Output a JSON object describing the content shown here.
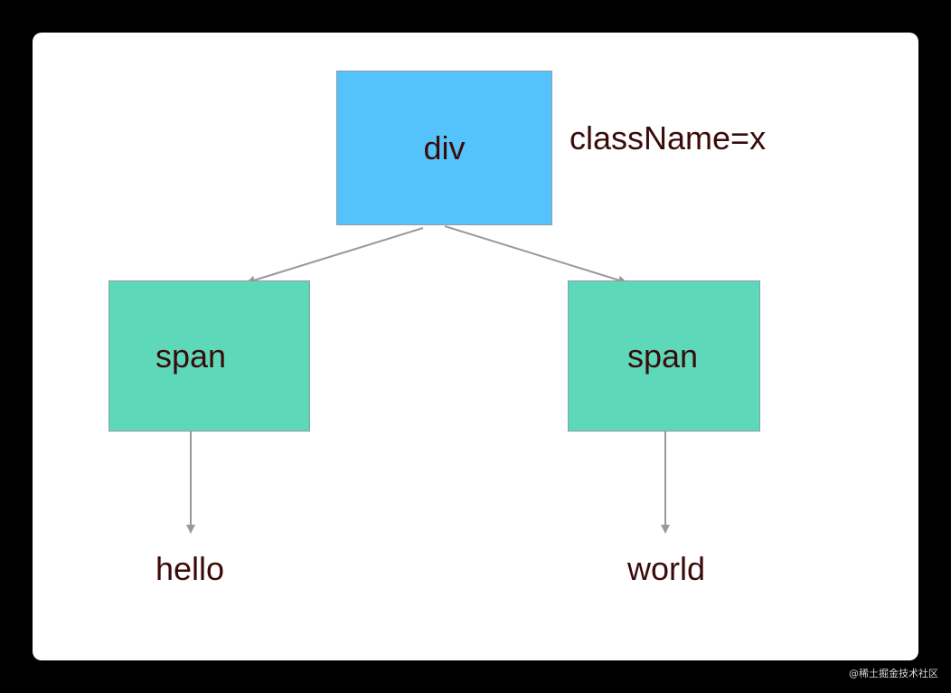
{
  "diagram": {
    "nodes": {
      "root": {
        "label": "div",
        "attribute": "className=x"
      },
      "left_child": {
        "label": "span",
        "text_child": "hello"
      },
      "right_child": {
        "label": "span",
        "text_child": "world"
      }
    },
    "colors": {
      "background": "#000000",
      "canvas": "#ffffff",
      "div_fill": "#55c3fb",
      "span_fill": "#5dd9b9",
      "node_border": "#8f9aa3",
      "text": "#3a0b0b",
      "edge": "#999999"
    }
  },
  "watermark": "@稀土掘金技术社区"
}
